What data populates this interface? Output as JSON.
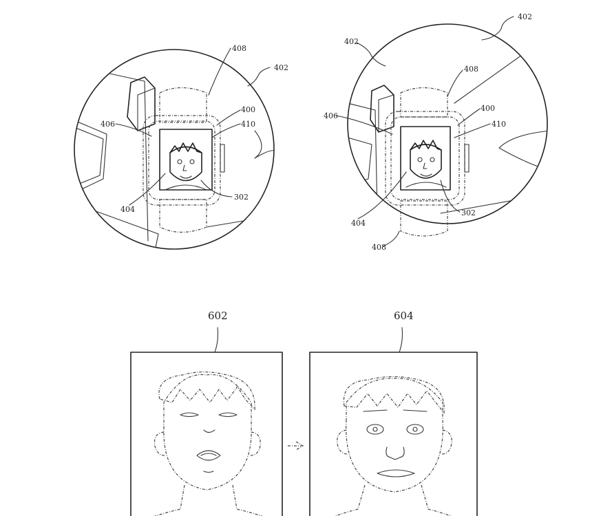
{
  "figure_top": {
    "left_view": {
      "labels": {
        "ref_408": "408",
        "ref_402": "402",
        "ref_400": "400",
        "ref_406": "406",
        "ref_410": "410",
        "ref_404": "404",
        "ref_302": "302"
      }
    },
    "right_view": {
      "labels": {
        "ref_402_top": "402",
        "ref_402_left": "402",
        "ref_408_top": "408",
        "ref_400": "400",
        "ref_406": "406",
        "ref_410": "410",
        "ref_404": "404",
        "ref_302": "302",
        "ref_408_bottom": "408"
      }
    }
  },
  "figure_bottom": {
    "left_panel": {
      "label": "602"
    },
    "right_panel": {
      "label": "604"
    }
  },
  "colors": {
    "ink": "#222222",
    "background": "#ffffff"
  }
}
